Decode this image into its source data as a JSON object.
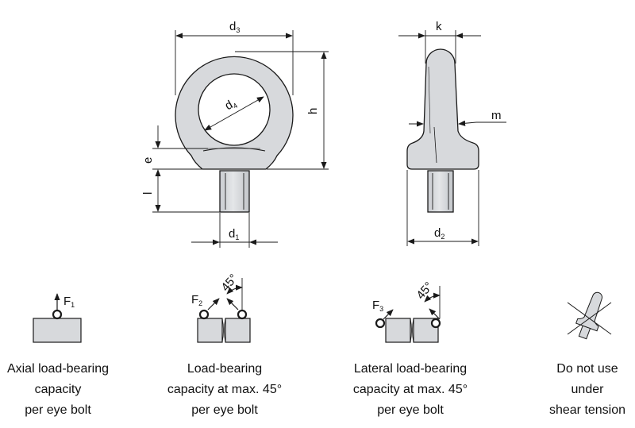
{
  "dimensions": {
    "d3": {
      "main": "d",
      "sub": "3"
    },
    "d4": {
      "main": "d",
      "sub": "4"
    },
    "d1": {
      "main": "d",
      "sub": "1"
    },
    "d2": {
      "main": "d",
      "sub": "2"
    },
    "h": "h",
    "e": "e",
    "l": "l",
    "k": "k",
    "m": "m"
  },
  "forces": {
    "f1": {
      "main": "F",
      "sub": "1"
    },
    "f2": {
      "main": "F",
      "sub": "2"
    },
    "f3": {
      "main": "F",
      "sub": "3"
    }
  },
  "angle_label": "45°",
  "captions": {
    "axial": [
      "Axial load-bearing",
      "capacity",
      "per eye bolt"
    ],
    "angled": [
      "Load-bearing",
      "capacity at max. 45°",
      "per eye bolt"
    ],
    "lateral": [
      "Lateral load-bearing",
      "capacity at max. 45°",
      "per eye bolt"
    ],
    "shear": [
      "Do not use",
      "under",
      "shear tension"
    ]
  },
  "colors": {
    "part_fill": "#d7d9dc",
    "stroke": "#1a1a1a"
  }
}
